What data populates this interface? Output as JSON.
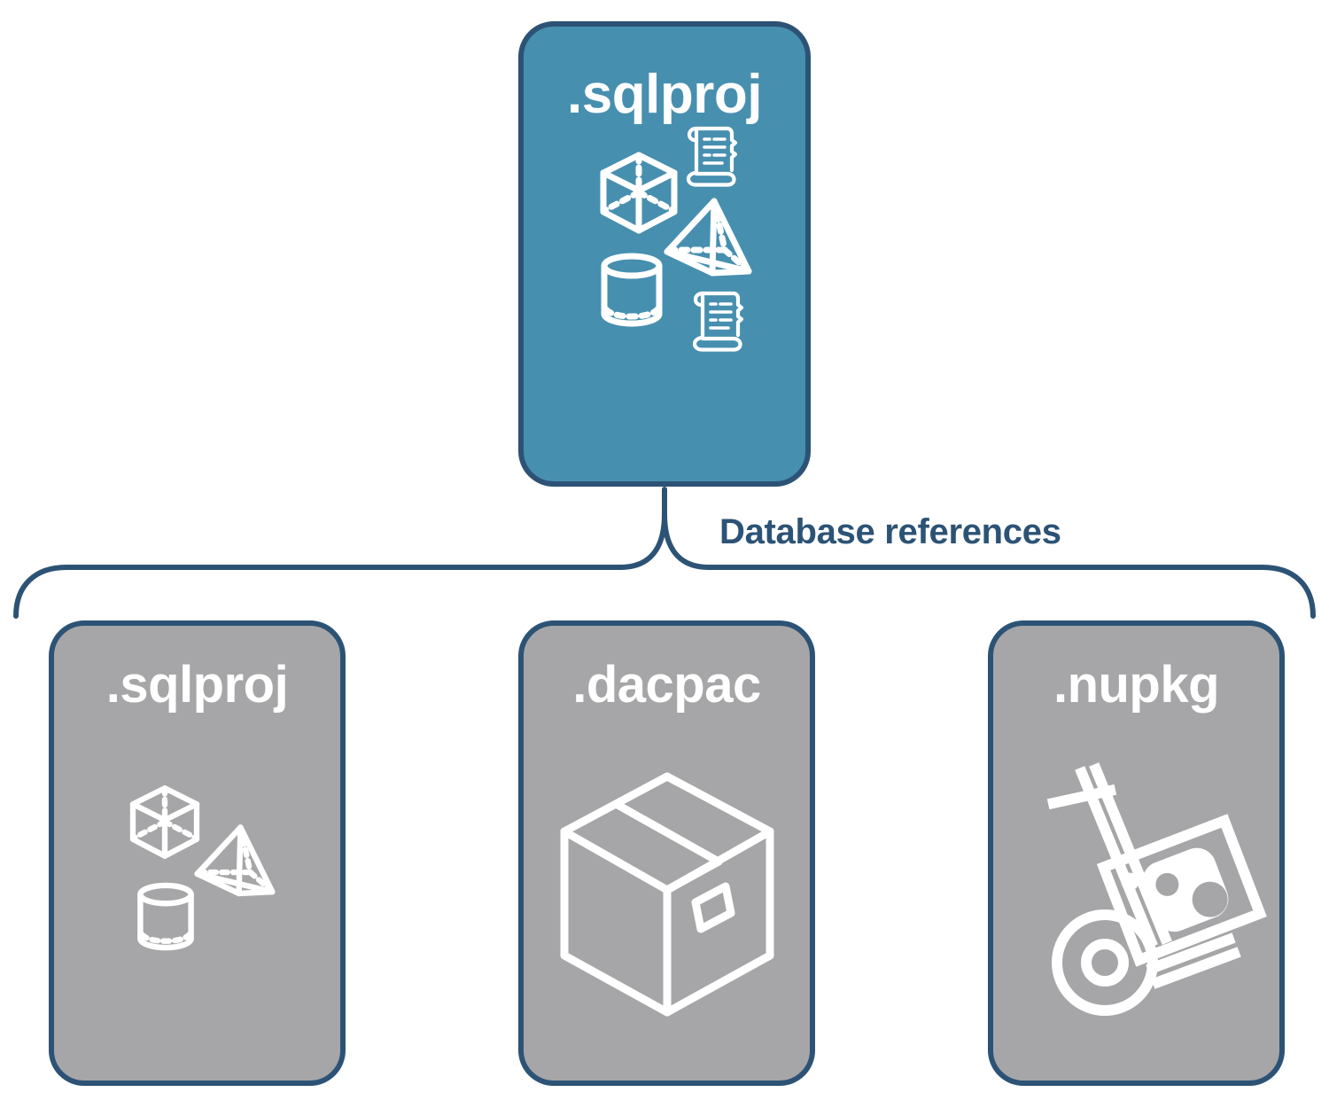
{
  "diagram": {
    "title": "Database references",
    "colors": {
      "accent_teal": "#478FAF",
      "grey": "#A6A6A8",
      "outline_navy": "#2C5375",
      "icon_white": "#FFFFFF",
      "background": "#FFFFFF"
    },
    "root": {
      "label": ".sqlproj",
      "fill": "#478FAF",
      "icons": [
        "cube-icon",
        "scroll-icon",
        "pyramid-icon",
        "cylinder-icon",
        "scroll-icon"
      ]
    },
    "connector": {
      "type": "curly-brace",
      "label": "Database references",
      "label_color": "#2C5375"
    },
    "references": [
      {
        "label": ".sqlproj",
        "fill": "#A6A6A8",
        "icons": [
          "cube-icon",
          "pyramid-icon",
          "cylinder-icon"
        ]
      },
      {
        "label": ".dacpac",
        "fill": "#A6A6A8",
        "icons": [
          "shipping-box-icon"
        ]
      },
      {
        "label": ".nupkg",
        "fill": "#A6A6A8",
        "icons": [
          "hand-truck-icon",
          "nuget-package-icon"
        ]
      }
    ]
  }
}
